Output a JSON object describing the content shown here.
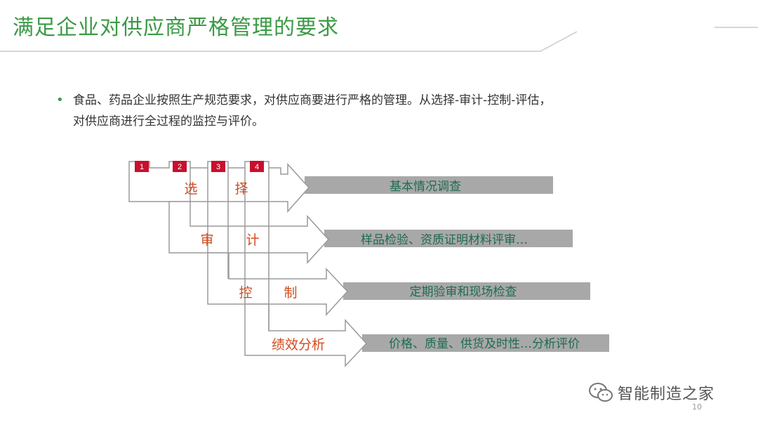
{
  "slide": {
    "title": "满足企业对供应商严格管理的要求",
    "bullet_line1": "食品、药品企业按照生产规范要求，对供应商要进行严格的管理。从选择-审计-控制-评估，",
    "bullet_line2": "对供应商进行全过程的监控与评价。",
    "page_number": "10",
    "watermark": "智能制造之家"
  },
  "diagram": {
    "badges": [
      "1",
      "2",
      "3",
      "4"
    ],
    "stages": [
      {
        "c1": "选",
        "c2": "择",
        "desc": "基本情况调查"
      },
      {
        "c1": "审",
        "c2": "计",
        "desc": "样品检验、资质证明材料评审…"
      },
      {
        "c1": "控",
        "c2": "制",
        "desc": "定期验审和现场检查"
      },
      {
        "label": "绩效分析",
        "desc": "价格、质量、供货及时性…分析评价"
      }
    ]
  },
  "colors": {
    "title": "#3c9a46",
    "badge": "#c8102e",
    "stage_text": "#d24b1f",
    "desc_bar": "#a8a8a8",
    "desc_text": "#1e6b52",
    "arrow_stroke": "#9a9a9a"
  }
}
